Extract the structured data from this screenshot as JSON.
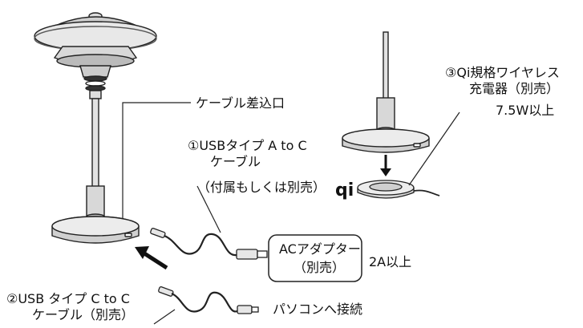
{
  "labels": {
    "cable_port": "ケーブル差込口",
    "usb_ac_line1": "①USBタイプ A to C",
    "usb_ac_line2": "ケーブル",
    "usb_ac_line3": "（付属もしくは別売）",
    "usb_cc_line1": "②USB タイプ C to C",
    "usb_cc_line2": "ケーブル（別売）",
    "ac_adapter_line1": "ACアダプター",
    "ac_adapter_line2": "（別売）",
    "ac_power": "2A以上",
    "pc_connect": "パソコンへ接続",
    "qi_line1": "③Qi規格ワイヤレス",
    "qi_line2": "充電器（別売）",
    "qi_power": "7.5W以上",
    "qi_logo": "qi"
  }
}
